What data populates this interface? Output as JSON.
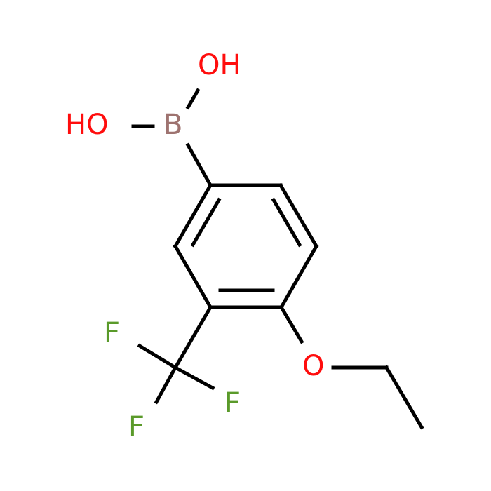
{
  "atoms": {
    "oh_top": {
      "text": "OH",
      "color": "#ff0d0d"
    },
    "ho_left": {
      "text": "HO",
      "color": "#ff0d0d"
    },
    "boron": {
      "text": "B",
      "color": "#9e7370"
    },
    "f_upper": {
      "text": "F",
      "color": "#5a9a2a"
    },
    "f_right": {
      "text": "F",
      "color": "#5a9a2a"
    },
    "f_lower": {
      "text": "F",
      "color": "#5a9a2a"
    },
    "oxygen_ether": {
      "text": "O",
      "color": "#ff0d0d"
    }
  },
  "colors": {
    "bond": "#000000",
    "background": "#ffffff"
  }
}
